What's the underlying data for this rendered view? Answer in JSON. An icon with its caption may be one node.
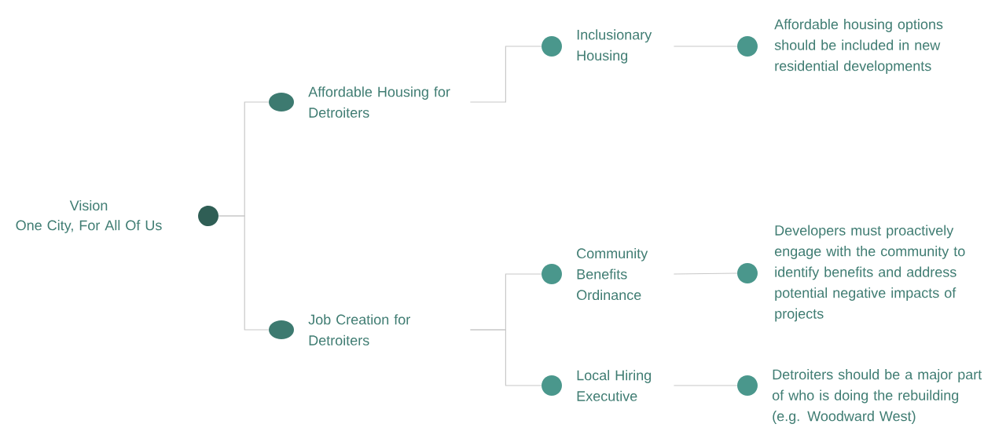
{
  "diagram": {
    "nodes": [
      {
        "text": [],
        "shape": "circle",
        "beside": [
          "Vision",
          "One City, For All Of Us"
        ]
      },
      {
        "text": [],
        "shape": "circle"
      },
      {
        "text": [
          "Affordable Housing for Detroiters"
        ]
      },
      {
        "text": [],
        "shape": "circle"
      },
      {
        "text": [
          "Job Creation for Detroiters"
        ]
      },
      {
        "text": [],
        "shape": "circle"
      },
      {
        "text": [
          "Inclusionary Housing"
        ]
      },
      {
        "text": [],
        "shape": "circle"
      },
      {
        "text": [
          "Community Benefits Ordinance"
        ]
      },
      {
        "text": [],
        "shape": "circle"
      },
      {
        "text": [
          "Local Hiring Executive"
        ]
      },
      {
        "text": [],
        "shape": "circle",
        "beside": [
          "Affordable housing options should be included in new residential developments"
        ]
      },
      {
        "text": [],
        "shape": "circle",
        "beside": [
          "Developers must proactively engage with the community to identify benefits and address potential negative impacts of projects"
        ]
      },
      {
        "text": [],
        "shape": "circle",
        "beside": [
          "Detroiters should be a major part of who is doing the rebuilding (e.g. Woodward West)"
        ]
      }
    ],
    "edges": [
      {
        "from": 0,
        "to": 1,
        "arrow": "none"
      },
      {
        "from": 0,
        "to": 3,
        "arrow": "none"
      },
      {
        "from": 2,
        "to": 5,
        "arrow": "none"
      },
      {
        "from": 4,
        "to": 7,
        "arrow": "none"
      },
      {
        "from": 4,
        "to": 9,
        "arrow": "none"
      },
      {
        "from": 6,
        "to": 11,
        "arrow": "none"
      },
      {
        "from": 8,
        "to": 12,
        "arrow": "none"
      },
      {
        "from": 10,
        "to": 13,
        "arrow": "none"
      }
    ]
  }
}
